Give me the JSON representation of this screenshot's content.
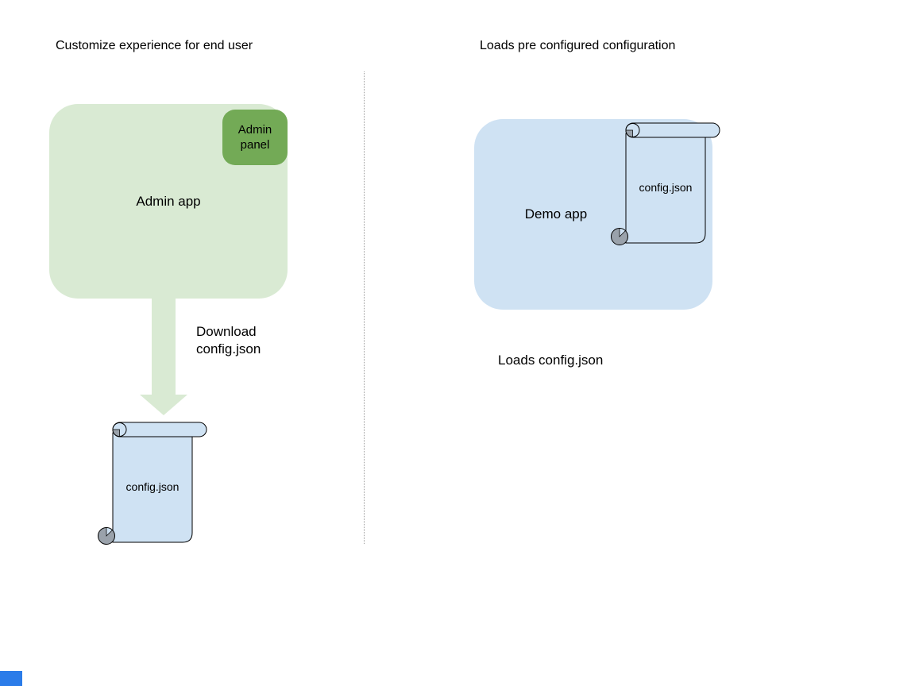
{
  "colors": {
    "light_green": "#d9ead3",
    "dark_green": "#73aa56",
    "light_blue": "#cfe2f3",
    "curl_gray": "#9aa2ab",
    "divider": "#9e9e9e",
    "text": "#000000",
    "artifact_blue": "#2b7ce9"
  },
  "left": {
    "title": "Customize experience for end user",
    "app_label": "Admin app",
    "panel_label": "Admin panel",
    "arrow_label_line1": "Download",
    "arrow_label_line2": "config.json",
    "scroll_label": "config.json"
  },
  "right": {
    "title": "Loads pre configured configuration",
    "app_label": "Demo app",
    "scroll_label": "config.json",
    "caption": "Loads config.json"
  }
}
